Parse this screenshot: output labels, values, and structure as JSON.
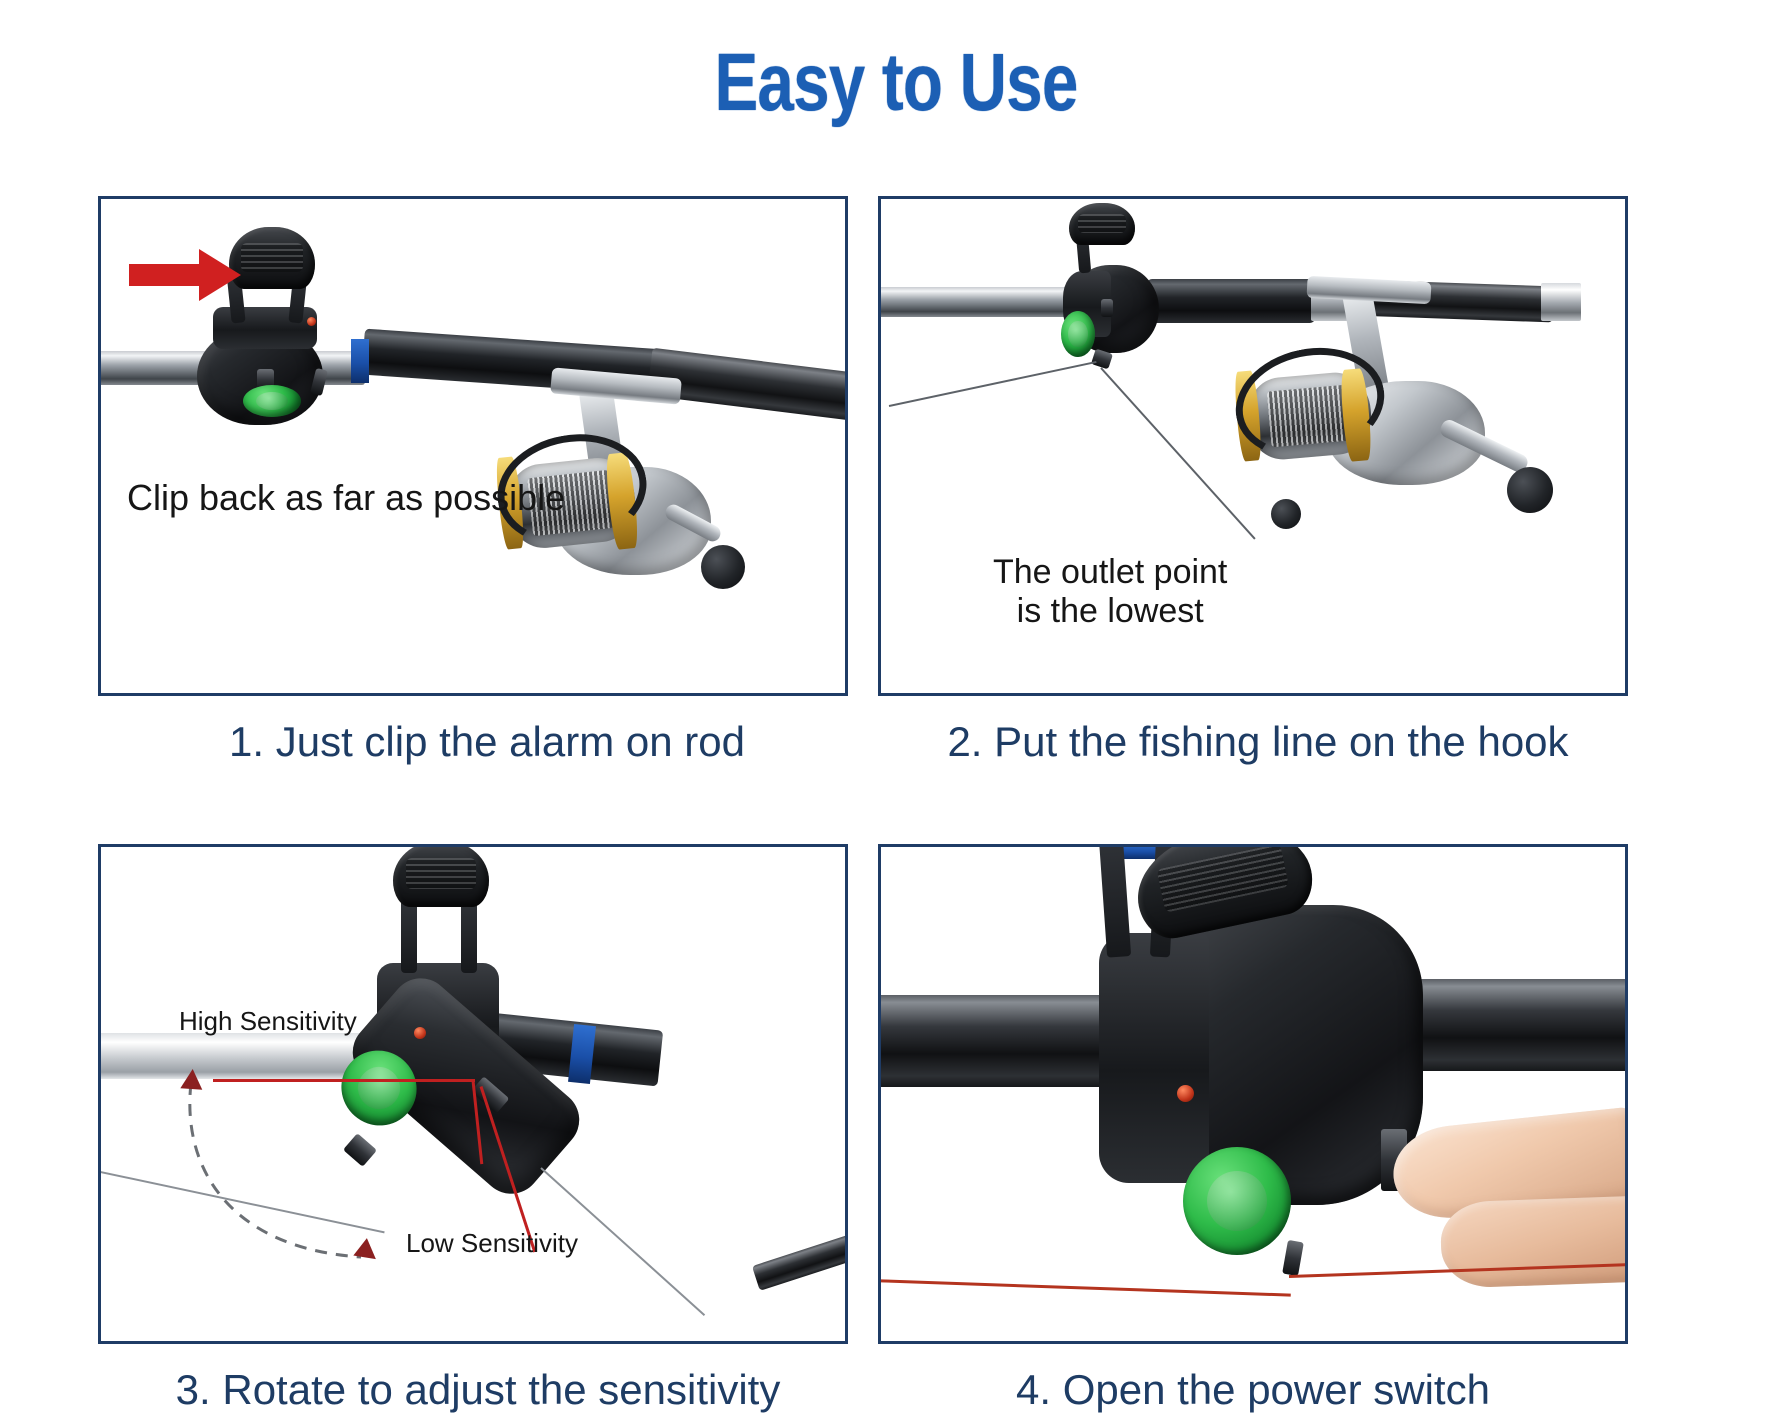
{
  "title": "Easy to Use",
  "theme": {
    "title_color": "#1c5fb4",
    "caption_color": "#1e3c64",
    "panel_border_color": "#1f3c66",
    "label_color": "#161616",
    "arrow_red": "#d02020",
    "indicator_green": "#2fbc4a",
    "background": "#ffffff"
  },
  "panels": [
    {
      "number": "1",
      "caption": "1. Just clip the alarm on rod",
      "labels": [
        "Clip back as far as possible"
      ],
      "annotations": [
        "red-arrow-pointing-right"
      ]
    },
    {
      "number": "2",
      "caption": "2. Put the fishing line on the hook",
      "labels": [
        "The outlet point",
        "is the lowest"
      ],
      "annotations": [
        "fishing-line-from-alarm-hook-to-reel"
      ]
    },
    {
      "number": "3",
      "caption": "3. Rotate to adjust the sensitivity",
      "labels": [
        "High Sensitivity",
        "Low Sensitivity"
      ],
      "annotations": [
        "red-leader-lines",
        "dashed-rotation-arrow"
      ]
    },
    {
      "number": "4",
      "caption": "4. Open the power switch",
      "labels": [],
      "annotations": [
        "finger-pressing-power-switch"
      ]
    }
  ]
}
